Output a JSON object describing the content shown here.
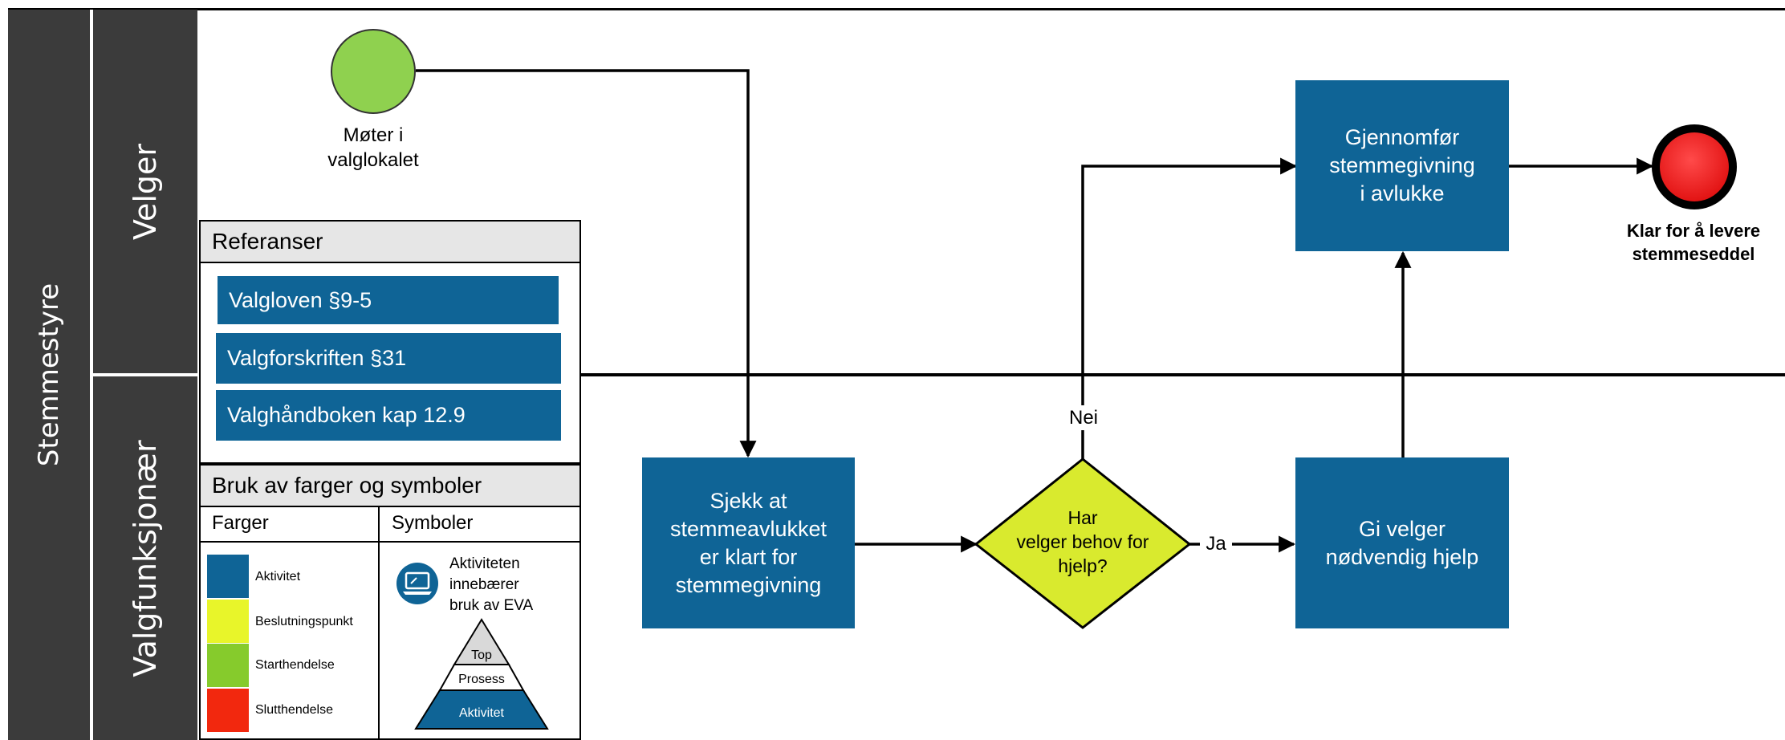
{
  "pool": {
    "label": "Stemmestyre"
  },
  "lanes": [
    {
      "label": "Velger"
    },
    {
      "label": "Valgfunksjonær"
    }
  ],
  "events": {
    "start": {
      "label": "Møter i\nvalglokalet",
      "color": "#8fd14f"
    },
    "end": {
      "label": "Klar for å levere\nstemmeseddel",
      "color": "#ee1111"
    }
  },
  "activities": {
    "check_booth": "Sjekk at\nstemmeavlukket\ner klart for\nstemmegivning",
    "give_help": "Gi velger\nnødvendig hjelp",
    "vote": "Gjennomfør\nstemmegivning\ni avlukke"
  },
  "gateway": {
    "label": "Har\nvelger behov for\nhjelp?",
    "color": "#d9ea2e"
  },
  "flows": {
    "no": "Nei",
    "yes": "Ja"
  },
  "legend": {
    "references_title": "Referanser",
    "references": [
      "Valgloven §9-5",
      "Valgforskriften §31",
      "Valghåndboken kap 12.9"
    ],
    "usage_title": "Bruk av farger og symboler",
    "colors_title": "Farger",
    "symbols_title": "Symboler",
    "colors": [
      {
        "label": "Aktivitet",
        "color": "#0f6496"
      },
      {
        "label": "Beslutningspunkt",
        "color": "#e8f52a"
      },
      {
        "label": "Starthendelse",
        "color": "#86cb2c"
      },
      {
        "label": "Slutthendelse",
        "color": "#f2280e"
      }
    ],
    "eva_text": "Aktiviteten\ninnebærer\nbruk av EVA",
    "eva_icon": "laptop-icon",
    "pyramid": [
      "Top",
      "Prosess",
      "Aktivitet"
    ]
  },
  "colors": {
    "accent": "#0f6496",
    "lane": "#3b3b3b"
  }
}
